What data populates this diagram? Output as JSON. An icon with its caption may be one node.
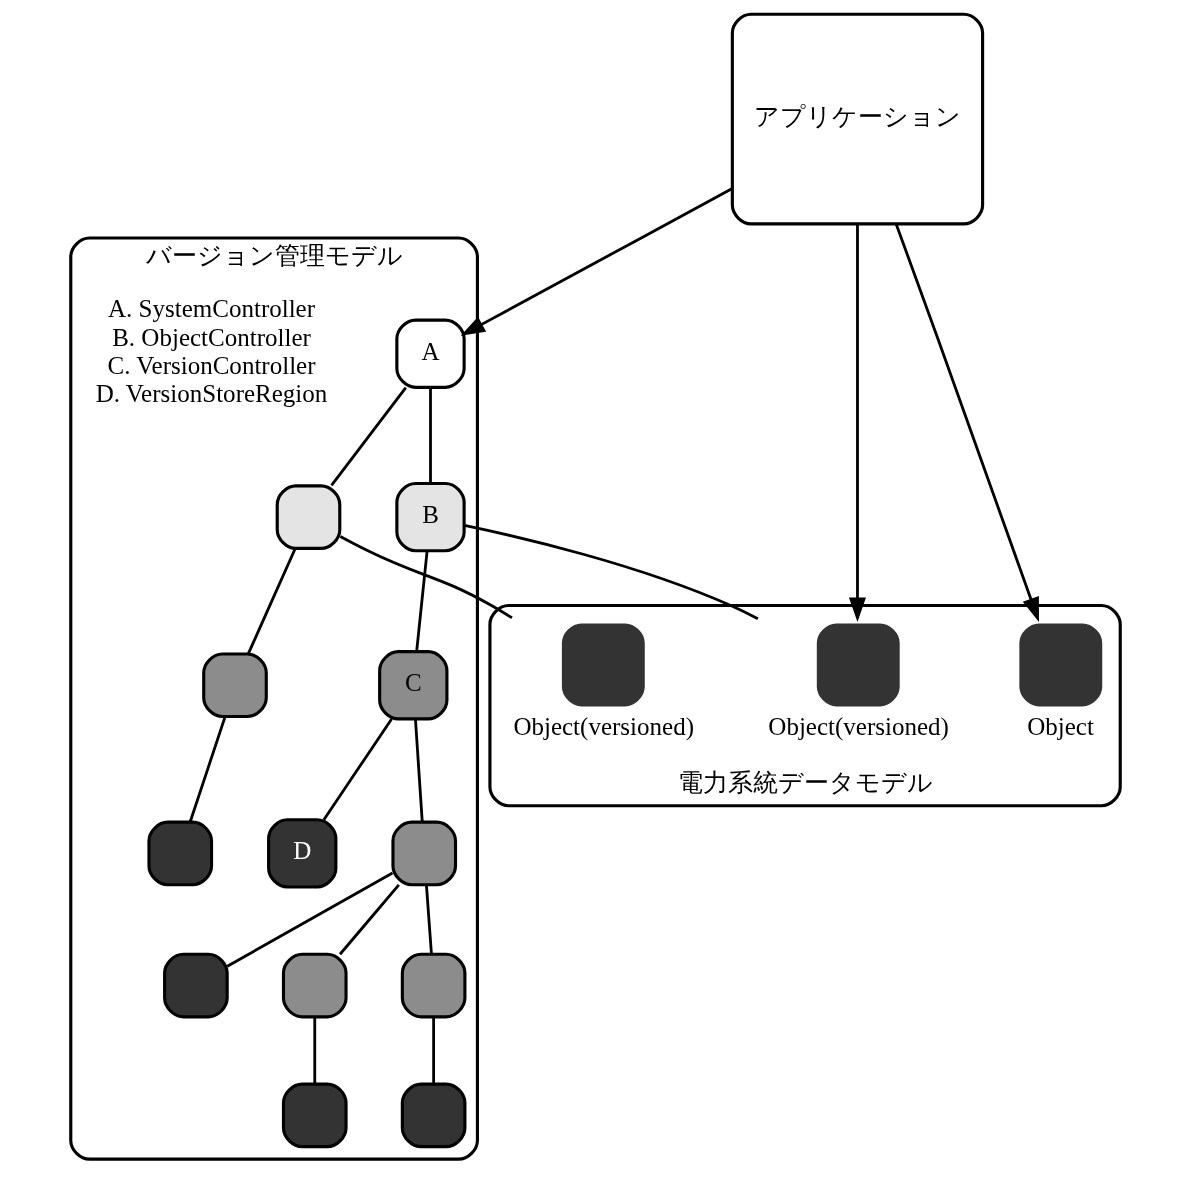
{
  "diagram": {
    "nodes": [
      {
        "text": [
          "バージョン管理モデル"
        ]
      },
      {
        "text": [
          "A"
        ],
        "in": 0
      },
      {
        "text": [
          "B"
        ],
        "in": 0
      },
      {
        "text": [],
        "shape": "box",
        "in": 0
      },
      {
        "text": [
          "C"
        ],
        "in": 0
      },
      {
        "text": [
          "D"
        ],
        "in": 0
      },
      {
        "text": [],
        "shape": "box",
        "in": 0
      },
      {
        "text": [],
        "shape": "box",
        "in": 0
      },
      {
        "text": [],
        "shape": "box",
        "in": 0
      },
      {
        "text": [],
        "shape": "box",
        "in": 0
      },
      {
        "text": [],
        "shape": "box",
        "in": 0
      },
      {
        "text": [],
        "shape": "box",
        "in": 0
      },
      {
        "text": [],
        "shape": "box",
        "in": 0
      },
      {
        "text": [],
        "shape": "box",
        "in": 0
      },
      {
        "text": [
          "電力系統データモデル"
        ]
      },
      {
        "text": [],
        "shape": "box",
        "in": 14,
        "beside": [
          "Object(versioned)"
        ]
      },
      {
        "text": [],
        "shape": "box",
        "in": 14,
        "beside": [
          "Object"
        ]
      },
      {
        "text": [],
        "shape": "box",
        "in": 14,
        "beside": [
          "Object(versioned)"
        ]
      },
      {
        "text": [
          "アプリケーション"
        ]
      }
    ],
    "edges": [
      {
        "from": 18,
        "to": 1,
        "arrow": "to"
      },
      {
        "from": 1,
        "to": 2,
        "arrow": "none"
      },
      {
        "from": 1,
        "to": 3,
        "arrow": "none"
      },
      {
        "from": 2,
        "to": 4,
        "arrow": "none"
      },
      {
        "from": 4,
        "to": 5,
        "arrow": "none"
      },
      {
        "from": 4,
        "to": 6,
        "arrow": "none"
      },
      {
        "from": 6,
        "to": 7,
        "arrow": "none"
      },
      {
        "from": 6,
        "to": 8,
        "arrow": "none"
      },
      {
        "from": 6,
        "to": 9,
        "arrow": "none"
      },
      {
        "from": 8,
        "to": 10,
        "arrow": "none"
      },
      {
        "from": 9,
        "to": 11,
        "arrow": "none"
      },
      {
        "from": 3,
        "to": 12,
        "arrow": "none"
      },
      {
        "from": 12,
        "to": 13,
        "arrow": "none"
      },
      {
        "from": 2,
        "to": 15,
        "arrow": "none"
      },
      {
        "from": 3,
        "to": 17,
        "arrow": "none"
      },
      {
        "from": 18,
        "to": 15,
        "arrow": "to"
      },
      {
        "from": 18,
        "to": 16,
        "arrow": "to"
      }
    ],
    "labels": [
      "A. SystemController",
      "B. ObjectController",
      "C. VersionController",
      "D. VersionStoreRegion"
    ]
  }
}
